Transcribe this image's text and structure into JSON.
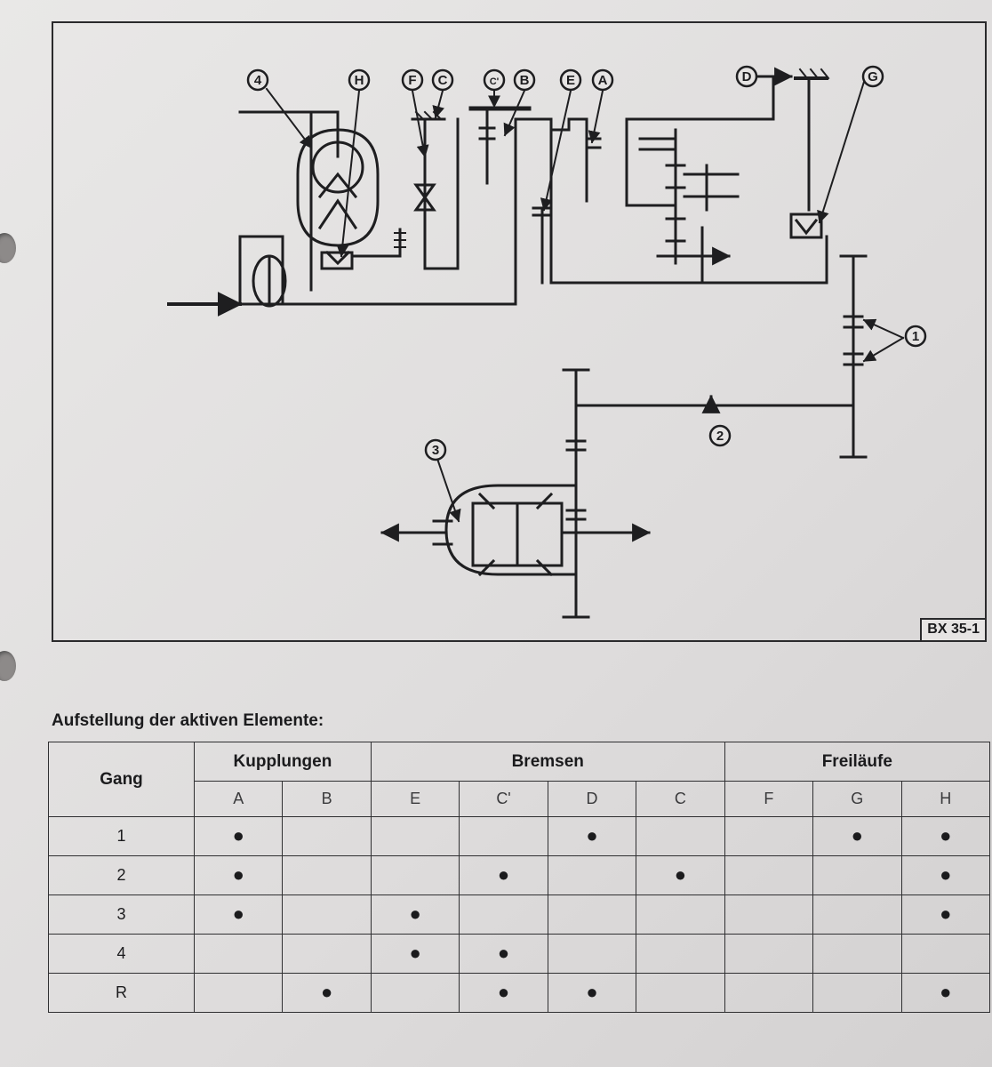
{
  "diagram": {
    "reference": "BX 35-1",
    "labels": [
      "4",
      "H",
      "F",
      "C",
      "C'",
      "B",
      "E",
      "A",
      "D",
      "G",
      "1",
      "2",
      "3"
    ]
  },
  "table": {
    "heading": "Aufstellung der aktiven Elemente:",
    "gear_header": "Gang",
    "groups": [
      "Kupplungen",
      "Bremsen",
      "Freiläufe"
    ],
    "columns": [
      "A",
      "B",
      "E",
      "C'",
      "D",
      "C",
      "F",
      "G",
      "H"
    ],
    "rows": [
      {
        "gear": "1",
        "active": [
          true,
          false,
          false,
          false,
          true,
          false,
          false,
          true,
          true
        ]
      },
      {
        "gear": "2",
        "active": [
          true,
          false,
          false,
          true,
          false,
          true,
          false,
          false,
          true
        ]
      },
      {
        "gear": "3",
        "active": [
          true,
          false,
          true,
          false,
          false,
          false,
          false,
          false,
          true
        ]
      },
      {
        "gear": "4",
        "active": [
          false,
          false,
          true,
          true,
          false,
          false,
          false,
          false,
          false
        ]
      },
      {
        "gear": "R",
        "active": [
          false,
          true,
          false,
          true,
          true,
          false,
          false,
          false,
          true
        ]
      }
    ],
    "dot_symbol": "●"
  }
}
